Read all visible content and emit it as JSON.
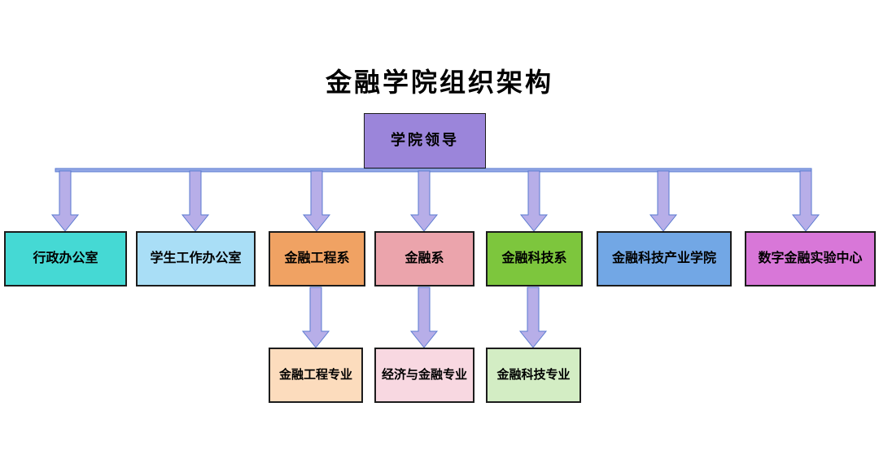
{
  "title": "金融学院组织架构",
  "root": {
    "label": "学院领导",
    "color": "#9b85da"
  },
  "departments": [
    {
      "label": "行政办公室",
      "color": "#45d9d4"
    },
    {
      "label": "学生工作办公室",
      "color": "#a9def6"
    },
    {
      "label": "金融工程系",
      "color": "#f0a263"
    },
    {
      "label": "金融系",
      "color": "#eba4ac"
    },
    {
      "label": "金融科技系",
      "color": "#7dc63d"
    },
    {
      "label": "金融科技产业学院",
      "color": "#72a7e5"
    },
    {
      "label": "数字金融实验中心",
      "color": "#d877d8"
    }
  ],
  "majors": [
    {
      "label": "金融工程专业",
      "parent": "金融工程系",
      "color": "#fcdcbd"
    },
    {
      "label": "经济与金融专业",
      "parent": "金融系",
      "color": "#f8d8e1"
    },
    {
      "label": "金融科技专业",
      "parent": "金融科技系",
      "color": "#d3edc4"
    }
  ],
  "colors": {
    "arrow_fill": "#b7aee8",
    "arrow_stroke": "#5a7ad0",
    "line_fill": "#94a8e6"
  }
}
